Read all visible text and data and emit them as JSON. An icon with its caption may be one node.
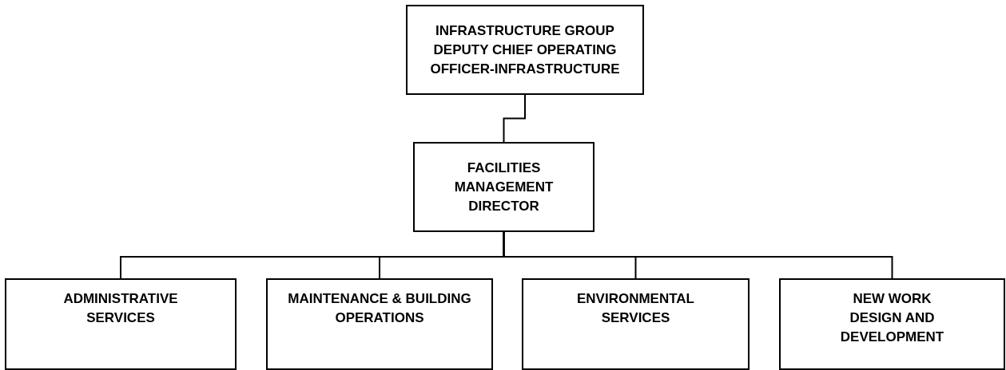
{
  "diagram": {
    "nodes": [
      {
        "text": [
          "INFRASTRUCTURE GROUP",
          "DEPUTY CHIEF OPERATING OFFICER-INFRASTRUCTURE"
        ]
      },
      {
        "text": [
          "FACILITIES MANAGEMENT DIRECTOR"
        ]
      },
      {
        "text": [
          "ADMINISTRATIVE SERVICES"
        ]
      },
      {
        "text": [
          "MAINTENANCE & BUILDING OPERATIONS"
        ]
      },
      {
        "text": [
          "ENVIRONMENTAL SERVICES"
        ]
      },
      {
        "text": [
          "NEW WORK DESIGN AND DEVELOPMENT"
        ]
      }
    ],
    "edges": [
      {
        "from": 0,
        "to": 1,
        "arrow": "none"
      },
      {
        "from": 1,
        "to": 2,
        "arrow": "none"
      },
      {
        "from": 1,
        "to": 3,
        "arrow": "none"
      },
      {
        "from": 1,
        "to": 4,
        "arrow": "none"
      },
      {
        "from": 1,
        "to": 5,
        "arrow": "none"
      }
    ]
  }
}
